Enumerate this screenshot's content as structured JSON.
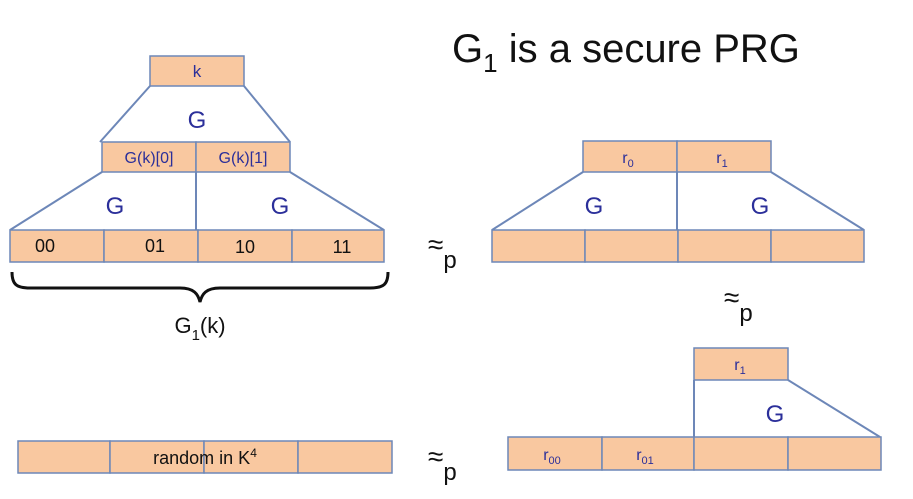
{
  "title": {
    "base": "G",
    "sub": "1",
    "rest": " is a secure PRG"
  },
  "left": {
    "key": "k",
    "g_top": "G",
    "mid_left": "G(k)[0]",
    "mid_right": "G(k)[1]",
    "g_left": "G",
    "g_right": "G",
    "out": [
      "00",
      "01",
      "10",
      "11"
    ],
    "brace_label": {
      "base": "G",
      "sub": "1",
      "rest": "(k)"
    },
    "random": {
      "text": "random in K",
      "sup": "4"
    }
  },
  "approx": {
    "sym": "≈",
    "sub": "p"
  },
  "right1": {
    "r0": {
      "base": "r",
      "sub": "0"
    },
    "r1": {
      "base": "r",
      "sub": "1"
    },
    "g_left": "G",
    "g_right": "G"
  },
  "right2": {
    "r1": {
      "base": "r",
      "sub": "1"
    },
    "g": "G",
    "r00": {
      "base": "r",
      "sub": "00"
    },
    "r01": {
      "base": "r",
      "sub": "01"
    }
  }
}
